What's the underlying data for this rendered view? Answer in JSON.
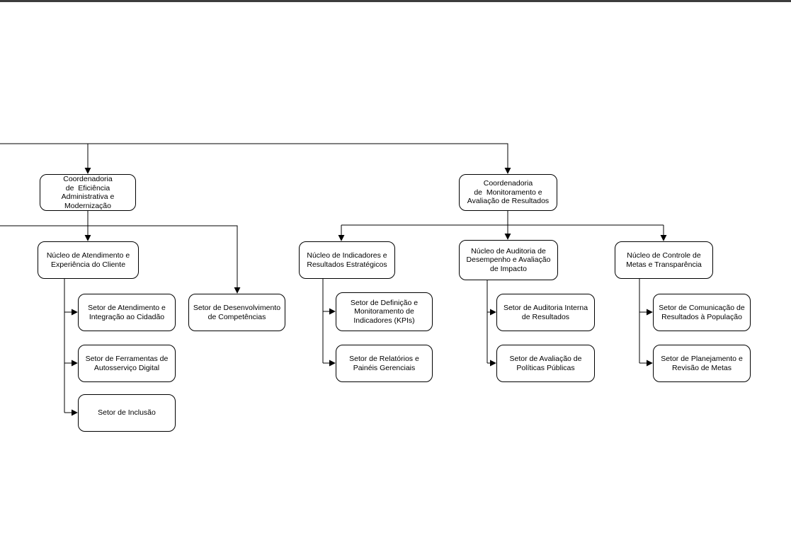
{
  "diagram": {
    "type": "org-chart",
    "language": "pt-BR",
    "colors": {
      "background": "#ffffff",
      "node_fill": "#ffffff",
      "node_border": "#000000",
      "connector": "#000000",
      "text": "#000000",
      "top_edge": "#3d3d3d"
    }
  },
  "nodes": {
    "coord_eficiencia": {
      "label": "Coordenadoria\nde  Eficiência\nAdministrativa e\nModernização"
    },
    "coord_monitoramento": {
      "label": "Coordenadoria\nde  Monitoramento e\nAvaliação de Resultados"
    },
    "nucleo_atendimento": {
      "label": "Núcleo de Atendimento e\nExperiência do Cliente"
    },
    "nucleo_indicadores": {
      "label": "Núcleo de Indicadores e\nResultados Estratégicos"
    },
    "nucleo_auditoria": {
      "label": "Núcleo de Auditoria de\nDesempenho e Avaliação\nde Impacto"
    },
    "nucleo_controle": {
      "label": "Núcleo de Controle de\nMetas e Transparência"
    },
    "setor_atendimento": {
      "label": "Setor de Atendimento e\nIntegração ao Cidadão"
    },
    "setor_ferramentas": {
      "label": "Setor de Ferramentas de\nAutosserviço Digital"
    },
    "setor_inclusao": {
      "label": "Setor de Inclusão"
    },
    "setor_desenvolvimento": {
      "label": "Setor de Desenvolvimento\nde Competências"
    },
    "setor_definicao": {
      "label": "Setor de Definição e\nMonitoramento de\nIndicadores (KPIs)"
    },
    "setor_relatorios": {
      "label": "Setor de Relatórios e\nPainéis Gerenciais"
    },
    "setor_auditoria_interna": {
      "label": "Setor de Auditoria Interna\nde Resultados"
    },
    "setor_avaliacao": {
      "label": "Setor de Avaliação de\nPolíticas Públicas"
    },
    "setor_comunicacao": {
      "label": "Setor de Comunicação de\nResultados à População"
    },
    "setor_planejamento": {
      "label": "Setor de Planejamento e\nRevisão de Metas"
    }
  }
}
